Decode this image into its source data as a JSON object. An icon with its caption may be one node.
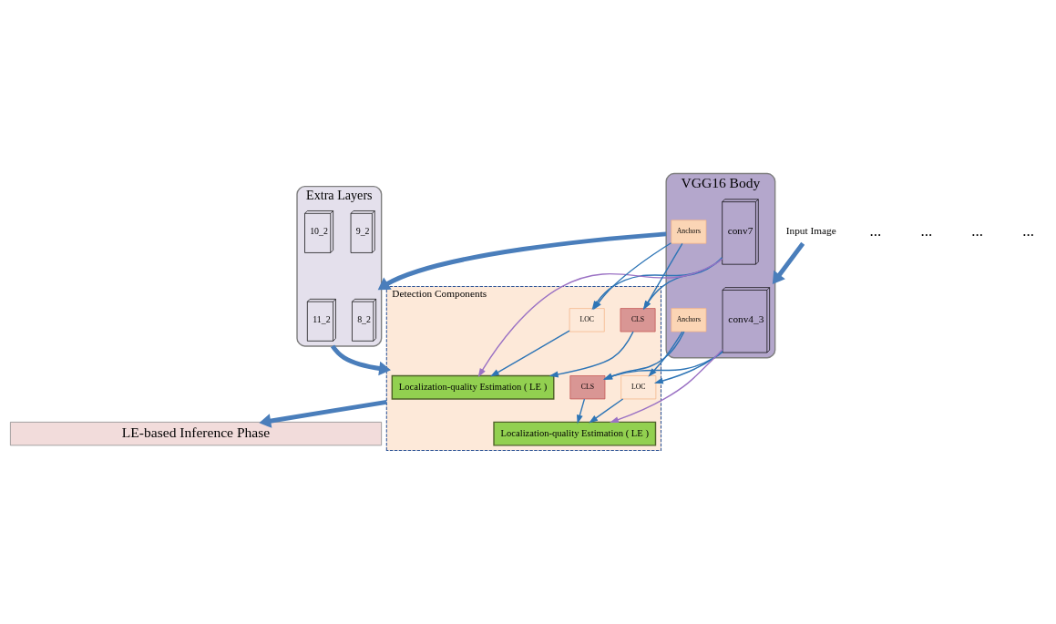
{
  "diagram": {
    "nodes": [
      {
        "text": [
          "Input Image"
        ]
      },
      {
        "text": [
          "VGG16 Body"
        ]
      },
      {
        "text": [
          "conv4_3"
        ],
        "in": 1
      },
      {
        "text": [
          "Anchors"
        ],
        "in": 1
      },
      {
        "text": [
          "conv7"
        ],
        "in": 1
      },
      {
        "text": [
          "Anchors"
        ],
        "in": 1
      },
      {
        "text": [
          "Extra Layers"
        ]
      },
      {
        "text": [
          "8_2"
        ],
        "in": 6
      },
      {
        "text": [
          "9_2"
        ],
        "in": 6
      },
      {
        "text": [
          "10_2"
        ],
        "in": 6
      },
      {
        "text": [
          "11_2"
        ],
        "in": 6
      },
      {
        "text": [
          "Detection Components"
        ]
      },
      {
        "text": [
          "CLS"
        ],
        "in": 11
      },
      {
        "text": [
          "LOC"
        ],
        "in": 11
      },
      {
        "text": [
          "Localization-quality Estimation ( LE )"
        ],
        "in": 11
      },
      {
        "text": [
          "CLS"
        ],
        "in": 11
      },
      {
        "text": [
          "LOC"
        ],
        "in": 11
      },
      {
        "text": [
          "Localization-quality Estimation ( LE )"
        ],
        "in": 11
      },
      {
        "text": [
          "LE-based Inference Phase"
        ]
      }
    ],
    "edges": [
      {
        "from": 0,
        "to": 1,
        "arrow": "to",
        "style": "thick"
      },
      {
        "from": 1,
        "to": 6,
        "arrow": "to",
        "style": "thick"
      },
      {
        "from": 6,
        "to": 11,
        "arrow": "to",
        "style": "thick"
      },
      {
        "from": 11,
        "to": 18,
        "arrow": "to",
        "style": "thick"
      },
      {
        "from": 2,
        "to": 12,
        "arrow": "to"
      },
      {
        "from": 2,
        "to": 13,
        "arrow": "to"
      },
      {
        "from": 3,
        "to": 12,
        "arrow": "to"
      },
      {
        "from": 3,
        "to": 13,
        "arrow": "to"
      },
      {
        "from": 2,
        "to": 14,
        "arrow": "to",
        "color": "#9b72c4"
      },
      {
        "from": 12,
        "to": 14,
        "arrow": "to"
      },
      {
        "from": 13,
        "to": 14,
        "arrow": "to"
      },
      {
        "from": 4,
        "to": 15,
        "arrow": "to"
      },
      {
        "from": 4,
        "to": 16,
        "arrow": "to"
      },
      {
        "from": 5,
        "to": 15,
        "arrow": "to"
      },
      {
        "from": 5,
        "to": 16,
        "arrow": "to"
      },
      {
        "from": 4,
        "to": 17,
        "arrow": "to",
        "color": "#9b72c4"
      },
      {
        "from": 15,
        "to": 17,
        "arrow": "to"
      },
      {
        "from": 16,
        "to": 17,
        "arrow": "to"
      }
    ],
    "labels": [
      "...",
      "...",
      "...",
      "..."
    ]
  }
}
